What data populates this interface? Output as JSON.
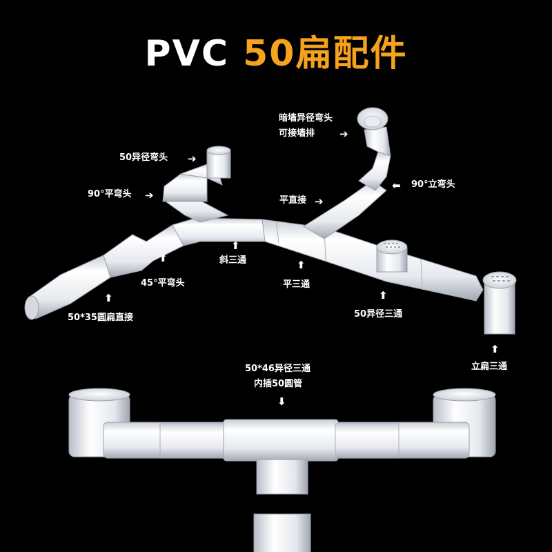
{
  "title": {
    "part1": "PVC ",
    "part2": "50扁配件"
  },
  "colors": {
    "accent": "#f5a21c",
    "text": "#ffffff",
    "background": "#000000"
  },
  "labels": {
    "hidden_wall_elbow_1": "暗墙异径弯头",
    "hidden_wall_elbow_2": "可接墙排",
    "reducer_elbow_50": "50异径弯头",
    "flat_elbow_90": "90°平弯头",
    "vertical_elbow_90": "90°立弯头",
    "straight_coupling": "平直接",
    "oblique_tee": "斜三通",
    "flat_elbow_45": "45°平弯头",
    "flat_tee": "平三通",
    "reducer_tee_50": "50异径三通",
    "round_flat_coupling": "50*35圆扁直接",
    "vertical_flat_tee": "立扁三通",
    "reducer_tee_5046_1": "50*46异径三通",
    "reducer_tee_5046_2": "内插50圆管"
  }
}
